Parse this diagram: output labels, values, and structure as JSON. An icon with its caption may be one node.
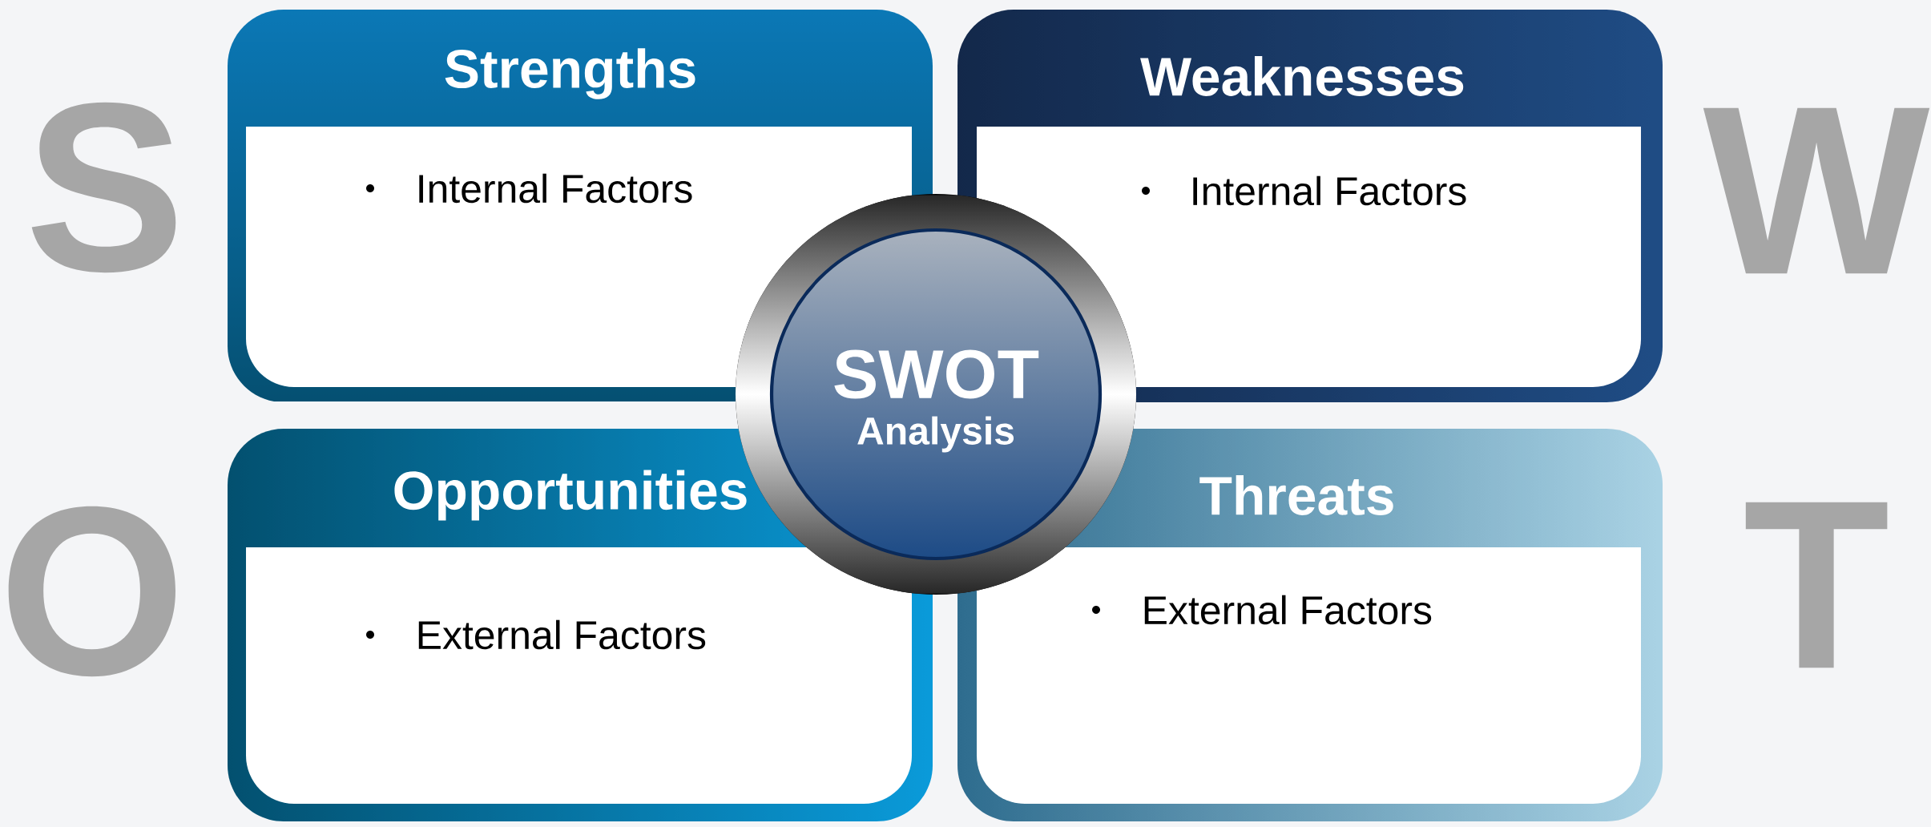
{
  "diagram": {
    "nodes": [
      {
        "text": [
          "Strengths",
          "Internal Factors"
        ]
      },
      {
        "text": [
          "Weaknesses",
          "Internal Factors"
        ]
      },
      {
        "text": [
          "Opportunities",
          "External Factors"
        ]
      },
      {
        "text": [
          "Threats",
          "External Factors"
        ]
      },
      {
        "text": [
          "SWOT",
          "Analysis"
        ]
      }
    ],
    "labels": [
      "S",
      "W",
      "O",
      "T"
    ]
  }
}
